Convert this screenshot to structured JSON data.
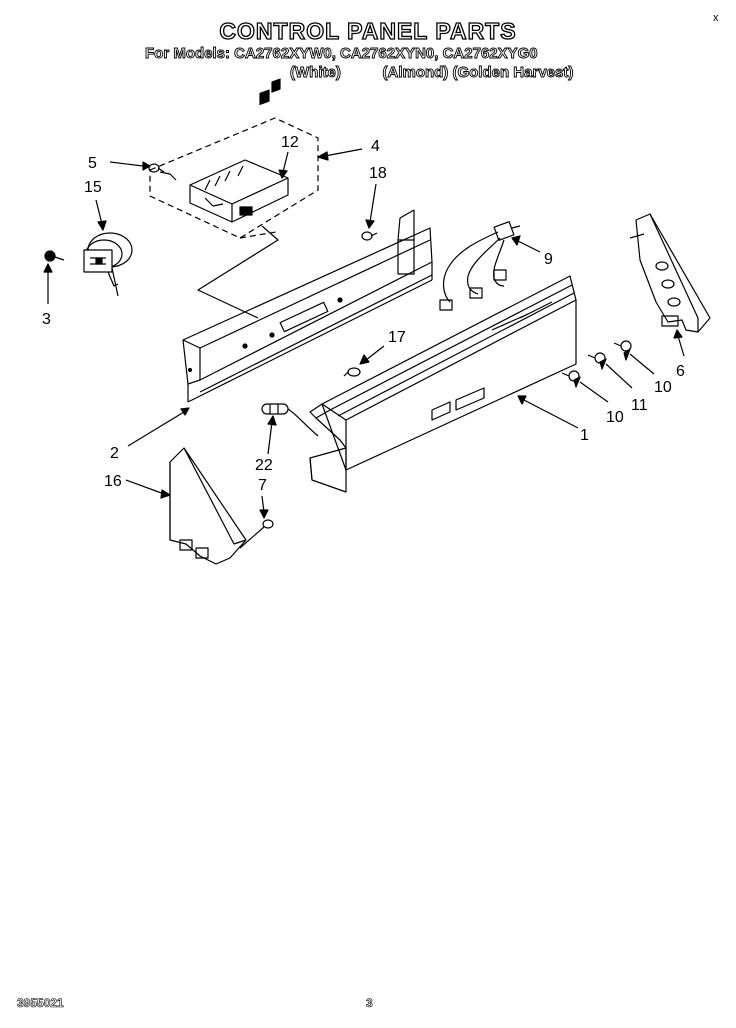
{
  "header": {
    "title": "CONTROL PANEL PARTS",
    "models_line": "For Models: CA2762XYW0, CA2762XYN0, CA2762XYG0",
    "finishes_line": "(White)          (Almond) (Golden Harvest)",
    "corner_mark": "x"
  },
  "footer": {
    "doc_number": "3955021",
    "page_number": "3"
  },
  "callouts": [
    {
      "id": "c5",
      "label": "5"
    },
    {
      "id": "c15",
      "label": "15"
    },
    {
      "id": "c12",
      "label": "12"
    },
    {
      "id": "c4",
      "label": "4"
    },
    {
      "id": "c18",
      "label": "18"
    },
    {
      "id": "c3",
      "label": "3"
    },
    {
      "id": "c9",
      "label": "9"
    },
    {
      "id": "c17",
      "label": "17"
    },
    {
      "id": "c6",
      "label": "6"
    },
    {
      "id": "c10a",
      "label": "10"
    },
    {
      "id": "c11",
      "label": "11"
    },
    {
      "id": "c10b",
      "label": "10"
    },
    {
      "id": "c1",
      "label": "1"
    },
    {
      "id": "c2",
      "label": "2"
    },
    {
      "id": "c22",
      "label": "22"
    },
    {
      "id": "c7",
      "label": "7"
    },
    {
      "id": "c16",
      "label": "16"
    }
  ]
}
